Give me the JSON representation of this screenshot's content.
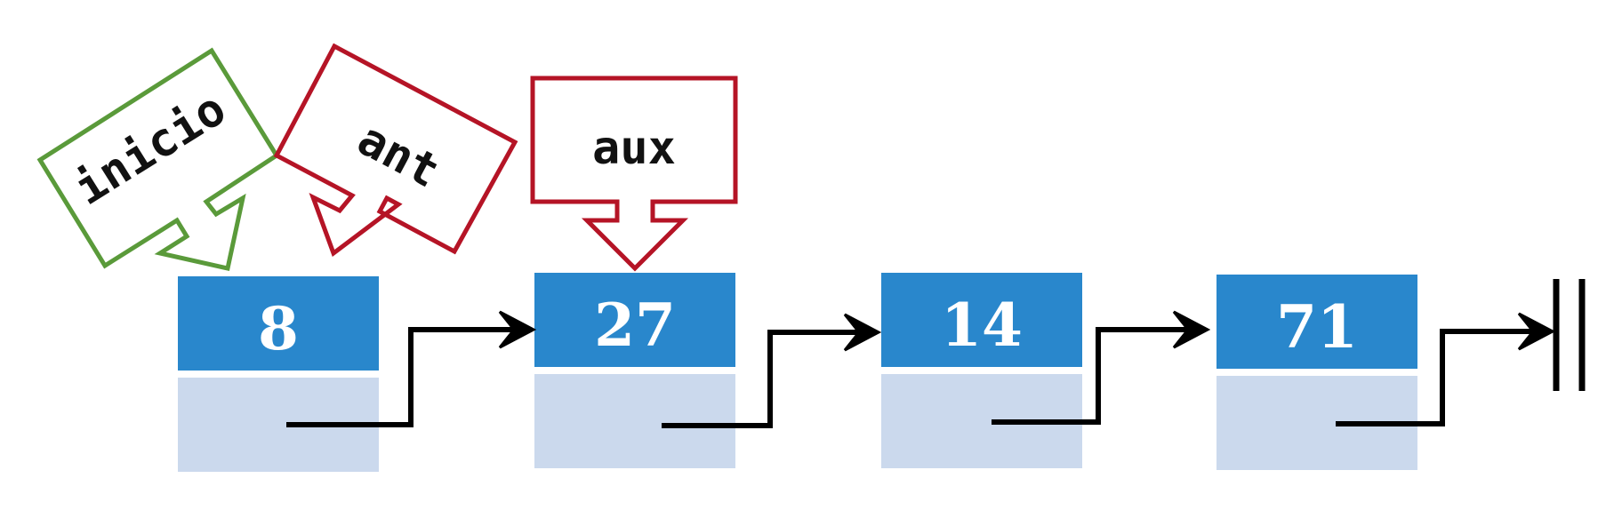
{
  "colors": {
    "node_value_bg": "#2987cc",
    "node_pointer_bg": "#cbd9ed",
    "value_text": "#ffffff",
    "arrow": "#000000",
    "label_inicio": "#5a9a3a",
    "label_ant": "#b51426",
    "label_aux": "#b51426"
  },
  "nodes": [
    {
      "value": "8"
    },
    {
      "value": "27"
    },
    {
      "value": "14"
    },
    {
      "value": "71"
    }
  ],
  "pointers": {
    "inicio": {
      "label": "inicio",
      "target_node": 0
    },
    "ant": {
      "label": "ant",
      "target_node": 0
    },
    "aux": {
      "label": "aux",
      "target_node": 1
    }
  },
  "terminator": {
    "symbol": "null-ground"
  }
}
